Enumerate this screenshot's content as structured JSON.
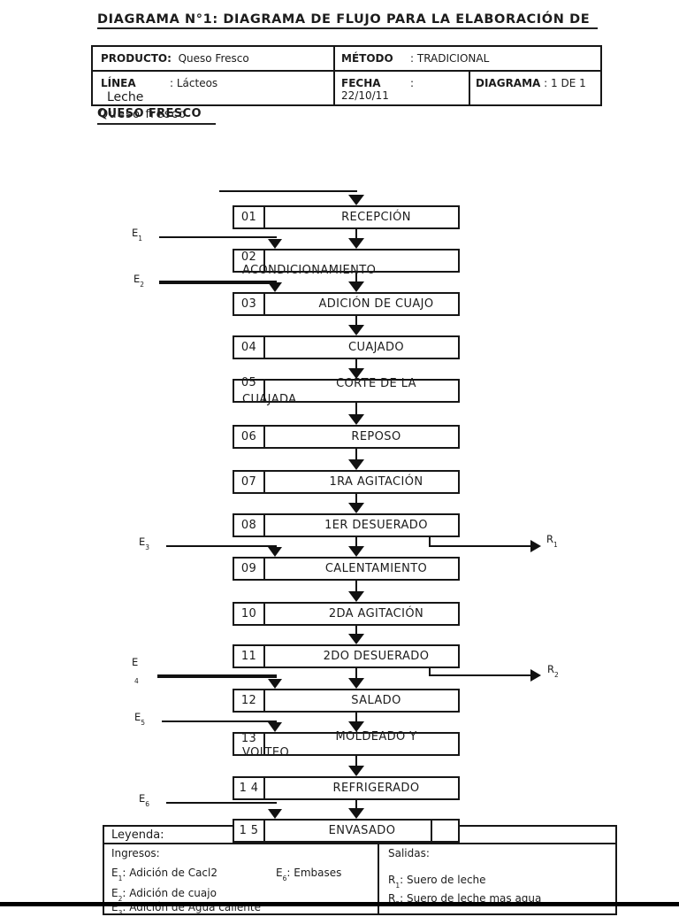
{
  "colors": {
    "ink": "#161616",
    "background": "#ffffff"
  },
  "header": {
    "title": "DIAGRAMA  N°1: DIAGRAMA DE FLUJO PARA LA ELABORACIÓN DE",
    "subtitle_caps": "QUESO FRESCO",
    "subtitle_mixed": "Queso fresco"
  },
  "info_table": {
    "producto_label": "PRODUCTO:",
    "producto_value": "Queso Fresco",
    "metodo_label": "MÉTODO",
    "metodo_value": ": TRADICIONAL",
    "linea_label": "LÍNEA",
    "linea_value": ": Lácteos",
    "linea_value2": "Leche",
    "fecha_label": "FECHA",
    "fecha_colon": ":",
    "fecha_value": "22/10/11",
    "diagrama_label": "DIAGRAMA",
    "diagrama_value": ": 1 DE 1"
  },
  "flowchart": {
    "steps": [
      {
        "num": "01",
        "label": "RECEPCIÓN"
      },
      {
        "num": "02",
        "label": "ACONDICIONAMIENTO"
      },
      {
        "num": "03",
        "label": "ADICIÓN DE CUAJO"
      },
      {
        "num": "04",
        "label": "CUAJADO"
      },
      {
        "num": "05",
        "line1": "CORTE DE LA",
        "line2": "CUAJADA"
      },
      {
        "num": "06",
        "label": "REPOSO"
      },
      {
        "num": "07",
        "label": "1RA AGITACIÓN"
      },
      {
        "num": "08",
        "label": "1ER DESUERADO"
      },
      {
        "num": "09",
        "label": "CALENTAMIENTO"
      },
      {
        "num": "10",
        "label": "2DA AGITACIÓN"
      },
      {
        "num": "11",
        "label": "2DO DESUERADO"
      },
      {
        "num": "12",
        "label": "SALADO"
      },
      {
        "num": "13",
        "line1": "MOLDEADO Y",
        "line2": "VOLTEO"
      },
      {
        "num": "1 4",
        "label": "REFRIGERADO"
      },
      {
        "num": "1 5",
        "label": "ENVASADO"
      }
    ],
    "inputs": [
      {
        "name": "E",
        "sub": "1"
      },
      {
        "name": "E",
        "sub": "2"
      },
      {
        "name": "E",
        "sub": "3"
      },
      {
        "name": "E",
        "sub": "4"
      },
      {
        "name": "E",
        "sub": "5"
      },
      {
        "name": "E",
        "sub": "6"
      }
    ],
    "outputs": [
      {
        "name": "R",
        "sub": "1"
      },
      {
        "name": "R",
        "sub": "2"
      }
    ]
  },
  "legend": {
    "title": "Leyenda:",
    "ingresos_title": "Ingresos:",
    "salidas_title": "Salidas:",
    "ingresos": [
      {
        "id": "E",
        "sub": "1",
        "text": ": Adición de Cacl2"
      },
      {
        "id": "E",
        "sub": "6",
        "text": ": Embases"
      },
      {
        "id": "E",
        "sub": "2",
        "text": ": Adición de cuajo"
      },
      {
        "id": "E",
        "sub": "3",
        "text": ": Adición de Agua caliente"
      }
    ],
    "salidas": [
      {
        "id": "R",
        "sub": "1",
        "text": ": Suero de leche"
      },
      {
        "id": "R",
        "sub": "2",
        "text": ": Suero de leche mas agua"
      }
    ]
  }
}
